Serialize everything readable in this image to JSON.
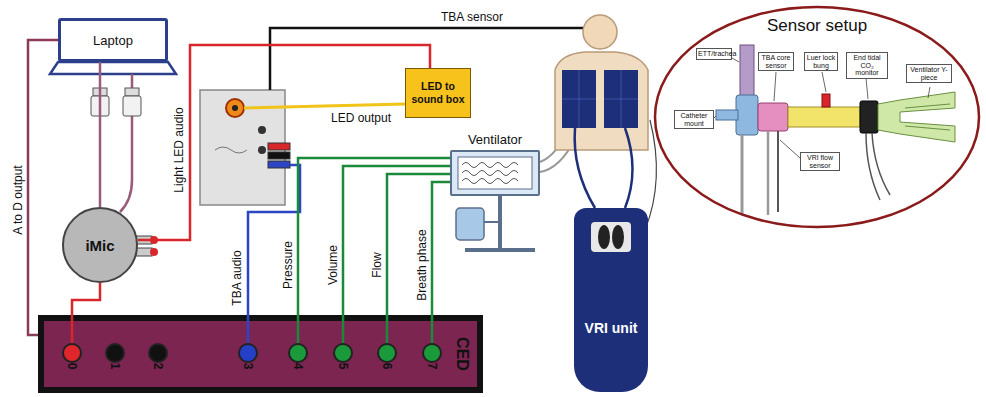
{
  "diagram": {
    "nodes": [
      {
        "text": [
          "Laptop"
        ]
      },
      {
        "text": [
          "LED to sound box"
        ]
      },
      {
        "text": [
          "Ventilator"
        ]
      },
      {
        "text": [
          "Sensor setup"
        ]
      },
      {
        "text": [
          "iMic"
        ]
      },
      {
        "text": [
          "VRI unit"
        ]
      },
      {
        "text": [
          "CED"
        ]
      },
      {
        "text": [
          "0"
        ],
        "in": 6
      },
      {
        "text": [
          "1"
        ],
        "in": 6
      },
      {
        "text": [
          "2"
        ],
        "in": 6
      },
      {
        "text": [
          "3"
        ],
        "in": 6
      },
      {
        "text": [
          "4"
        ],
        "in": 6
      },
      {
        "text": [
          "5"
        ],
        "in": 6
      },
      {
        "text": [
          "6"
        ],
        "in": 6
      },
      {
        "text": [
          "7"
        ],
        "in": 6
      }
    ],
    "edges": [
      {
        "from": 0,
        "to": 4,
        "arrow": "none"
      },
      {
        "from": 0,
        "to": 6,
        "label": "A to D output",
        "arrow": "none"
      },
      {
        "from": 4,
        "to": 7,
        "arrow": "none"
      },
      {
        "from": 4,
        "to": 1,
        "label": "Light LED audio",
        "arrow": "none"
      },
      {
        "from": 2,
        "to": 11,
        "label": "Pressure",
        "arrow": "none"
      },
      {
        "from": 2,
        "to": 12,
        "label": "Volume",
        "arrow": "none"
      },
      {
        "from": 2,
        "to": 13,
        "label": "Flow",
        "arrow": "none"
      },
      {
        "from": 2,
        "to": 14,
        "label": "Breath phase",
        "arrow": "none"
      }
    ],
    "labels": [
      "TBA sensor",
      "LED output",
      "TBA audio",
      "ETT/trachea",
      "Catheter mount",
      "TBA core sensor",
      "Luer lock bung",
      "End tidal CO₂ monitor",
      "Ventilator Y-piece",
      "VRI flow sensor"
    ]
  }
}
